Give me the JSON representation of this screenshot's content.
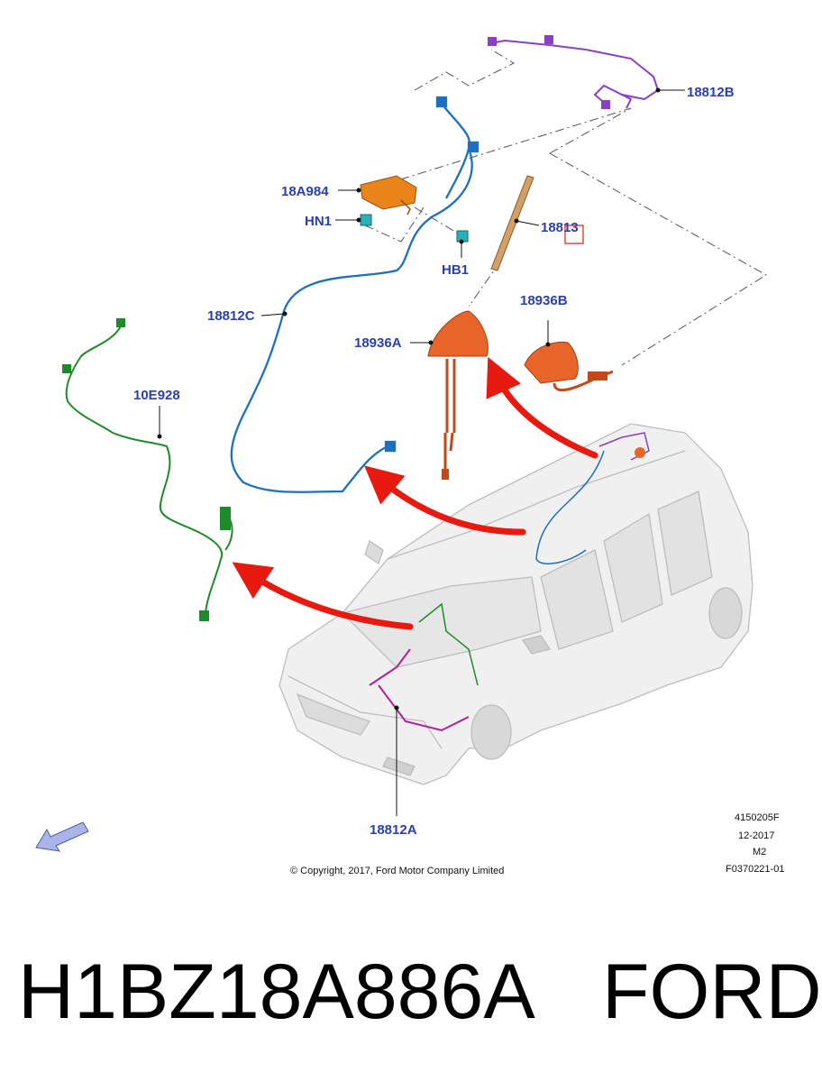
{
  "labels": {
    "l18812B": "18812B",
    "l18A984": "18A984",
    "lHN1": "HN1",
    "lHB1": "HB1",
    "l18813": "18813",
    "l18812C": "18812C",
    "l18936B": "18936B",
    "l18936A": "18936A",
    "l10E928": "10E928",
    "l18812A": "18812A"
  },
  "drawing_info": {
    "line1": "4150205F",
    "line2": "12-2017",
    "line3": "M2",
    "line4": "F0370221-01"
  },
  "copyright": "© Copyright, 2017, Ford Motor Company Limited",
  "footer": {
    "part_number": "H1BZ18A886A",
    "brand": "FORD"
  },
  "colors": {
    "label_blue": "#2a3fb5",
    "harness_purple": "#8a3fc8",
    "harness_blue": "#1f6fc0",
    "harness_green": "#1f8a2a",
    "harness_magenta": "#b0209a",
    "antenna_orange": "#e8652a",
    "arrow_red": "#e8190f",
    "car_body": "#f0f0f0"
  }
}
